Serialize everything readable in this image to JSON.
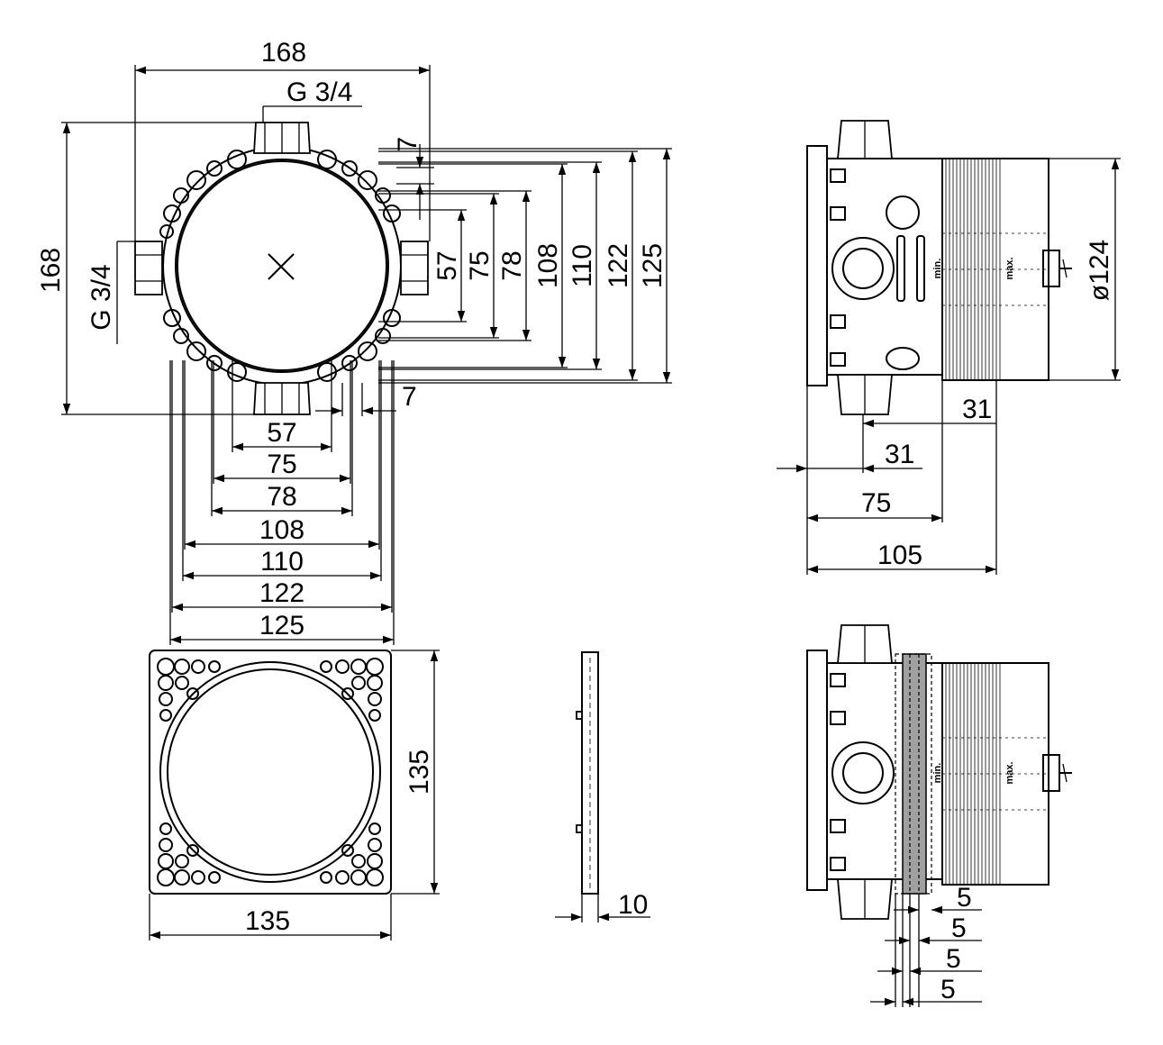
{
  "front_view": {
    "width_overall": "168",
    "height_overall": "168",
    "thread_top": "G 3/4",
    "thread_side": "G 3/4",
    "offset_top": "7",
    "offset_bottom": "7",
    "horizontal_dims": [
      "57",
      "75",
      "78",
      "108",
      "110",
      "122",
      "125"
    ],
    "vertical_dims": [
      "57",
      "75",
      "78",
      "108",
      "110",
      "122",
      "125"
    ]
  },
  "plate_view": {
    "width": "135",
    "height": "135"
  },
  "plate_section": {
    "thickness": "10"
  },
  "side_view": {
    "diameter": "ø124",
    "depth_a": "31",
    "depth_b": "31",
    "depth_c": "75",
    "depth_total": "105",
    "label_min": "min.",
    "label_max": "max."
  },
  "side_view_plates": {
    "spacings": [
      "5",
      "5",
      "5",
      "5"
    ],
    "label_min": "min.",
    "label_max": "max."
  }
}
